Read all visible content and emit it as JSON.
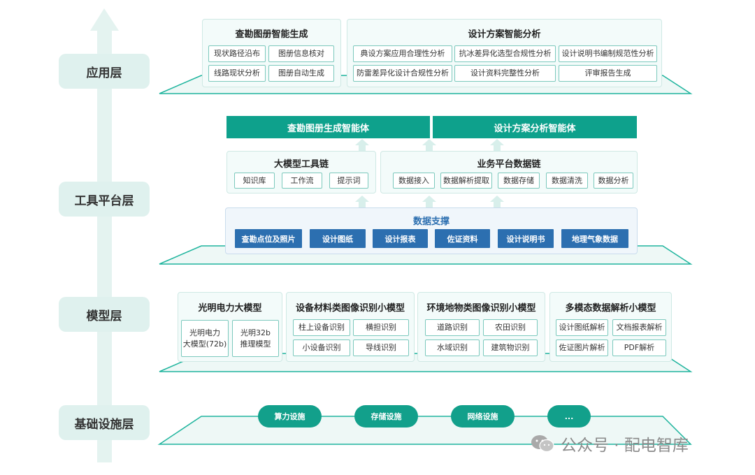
{
  "layers": {
    "application": "应用层",
    "tool_platform": "工具平台层",
    "model": "模型层",
    "infrastructure": "基础设施层"
  },
  "application": {
    "survey": {
      "title": "查勘图册智能生成",
      "items": [
        "现状路径沿布",
        "图册信息核对",
        "线路现状分析",
        "图册自动生成"
      ]
    },
    "design": {
      "title": "设计方案智能分析",
      "items": [
        "典设方案应用合理性分析",
        "抗冰差异化选型合规性分析",
        "设计说明书编制规范性分析",
        "防雷差异化设计合规性分析",
        "设计资料完整性分析",
        "评审报告生成"
      ]
    }
  },
  "tool_platform": {
    "agents": [
      "查勘图册生成智能体",
      "设计方案分析智能体"
    ],
    "llm_toolchain": {
      "title": "大模型工具链",
      "items": [
        "知识库",
        "工作流",
        "提示词"
      ]
    },
    "business_chain": {
      "title": "业务平台数据链",
      "items": [
        "数据接入",
        "数据解析提取",
        "数据存储",
        "数据清洗",
        "数据分析"
      ]
    },
    "data_support": {
      "title": "数据支撑",
      "items": [
        "查勘点位及照片",
        "设计图纸",
        "设计报表",
        "佐证资料",
        "设计说明书",
        "地理气象数据"
      ]
    }
  },
  "model": {
    "guangming": {
      "title": "光明电力大模型",
      "items": [
        "光明电力\n大模型(72b)",
        "光明32b\n推理模型"
      ]
    },
    "equipment": {
      "title": "设备材料类图像识别小模型",
      "items": [
        "柱上设备识别",
        "横担识别",
        "小设备识别",
        "导线识别"
      ]
    },
    "environment": {
      "title": "环境地物类图像识别小模型",
      "items": [
        "道路识别",
        "农田识别",
        "水域识别",
        "建筑物识别"
      ]
    },
    "multimodal": {
      "title": "多模态数据解析小模型",
      "items": [
        "设计图纸解析",
        "文档报表解析",
        "佐证图片解析",
        "PDF解析"
      ]
    }
  },
  "infrastructure": {
    "items": [
      "算力设施",
      "存储设施",
      "网络设施",
      "..."
    ]
  },
  "watermark": {
    "text": "公众号 · 配电智库"
  },
  "colors": {
    "teal": "#0ea18c",
    "blue": "#2c6fb0",
    "light_teal": "#dff1ee",
    "border": "#7cc9bd"
  }
}
